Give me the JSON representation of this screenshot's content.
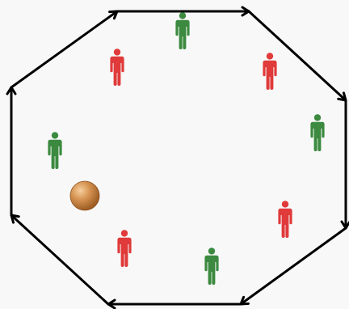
{
  "scene": {
    "background": "#f8f8f8",
    "boundary": {
      "shape": "octagon",
      "stroke_color": "#000000",
      "wall_end_marker": "arrowhead"
    },
    "players": [
      {
        "id": "green-1",
        "team": "green"
      },
      {
        "id": "red-1",
        "team": "red"
      },
      {
        "id": "red-2",
        "team": "red"
      },
      {
        "id": "green-2",
        "team": "green"
      },
      {
        "id": "green-3",
        "team": "green"
      },
      {
        "id": "red-3",
        "team": "red"
      },
      {
        "id": "red-4",
        "team": "red"
      },
      {
        "id": "green-4",
        "team": "green"
      }
    ],
    "ball": {
      "icon": "ball-icon",
      "color": "#c47a3c"
    },
    "team_colors": {
      "green": "#3b8a3f",
      "red": "#e03a3a"
    }
  }
}
